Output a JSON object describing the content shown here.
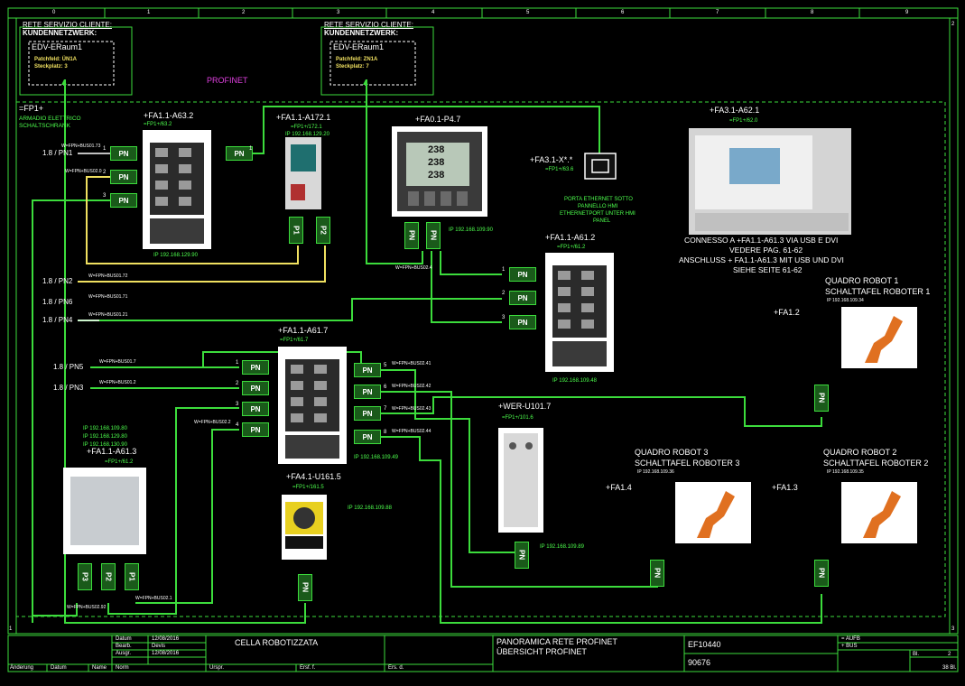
{
  "colors": {
    "bg": "#000000",
    "frame": "#3cdc3c",
    "cable_green": "#3cdc3c",
    "cable_yellow": "#f0e060",
    "cable_white": "#ffffff",
    "port_fill": "#1a5a1a",
    "text": "#ffffff",
    "magenta": "#e040e0"
  },
  "grid_cols": [
    "0",
    "1",
    "2",
    "3",
    "4",
    "5",
    "6",
    "7",
    "8",
    "9"
  ],
  "grid_rows": [
    "1",
    "2",
    "3"
  ],
  "customer_net": [
    {
      "t1": "RETE SERVIZIO CLIENTE:",
      "t2": "KUNDENNETZWERK:",
      "room": "EDV-ERaum1",
      "patch": "Patchfeld: ÜN1A",
      "slot": "Steckplatz: 3"
    },
    {
      "t1": "RETE SERVIZIO CLIENTE:",
      "t2": "KUNDENNETZWERK:",
      "room": "EDV-ERaum1",
      "patch": "Patchfeld: ZN1A",
      "slot": "Steckplatz: 7"
    }
  ],
  "profinet_label": "PROFINET",
  "cabinet": {
    "tag": "=FP1+",
    "l1": "ARMADIO ELETTRICO",
    "l2": "SCHALTSCHRANK"
  },
  "devices": {
    "a632": {
      "tag": "+FA1.1-A63.2",
      "sub": "=FP1+/63.2",
      "ip": "IP 192.168.129.90"
    },
    "a1721": {
      "tag": "+FA1.1-A172.1",
      "sub": "=FP1+/172.1",
      "ip": "IP 192.168.129.20"
    },
    "p47": {
      "tag": "+FA0.1-P4.7",
      "ip": "IP 192.168.109.90",
      "v1": "238",
      "v2": "238",
      "v3": "238"
    },
    "x": {
      "tag": "+FA3.1-X*.*",
      "sub": "=FP1+/63.6",
      "n1": "PORTA ETHERNET SOTTO",
      "n2": "PANNELLO HMI",
      "n3": "ETHERNETPORT UNTER HMI",
      "n4": "PANEL"
    },
    "a621": {
      "tag": "+FA3.1-A62.1",
      "sub": "=FP1+/62.0",
      "c1": "CONNESSO A +FA1.1-A61.3 VIA USB E DVI",
      "c2": "VEDERE PAG. 61-62",
      "c3": "ANSCHLUSS + FA1.1-A61.3 MIT USB UND DVI",
      "c4": "SIEHE SEITE 61-62"
    },
    "a612": {
      "tag": "+FA1.1-A61.2",
      "sub": "=FP1+/61.2",
      "ip": "IP 192.168.109.48"
    },
    "a617": {
      "tag": "+FA1.1-A61.7",
      "sub": "=FP1+/61.7",
      "ip": "IP 192.168.109.49"
    },
    "a613": {
      "tag": "+FA1.1-A61.3",
      "sub": "=FP1+/61.2",
      "ip1": "IP 192.168.109.80",
      "ip2": "IP 192.168.129.80",
      "ip3": "IP 192.168.130.90"
    },
    "u1615": {
      "tag": "+FA4.1-U161.5",
      "sub": "=FP1+/161.5",
      "ip": "IP 192.168.109.88"
    },
    "u1016": {
      "tag": "+WER-U101.7",
      "sub": "=FP1+/101.6",
      "ip": "IP 192.168.109.89"
    },
    "r1": {
      "t1": "QUADRO ROBOT 1",
      "t2": "SCHALTTAFEL ROBOTER 1",
      "ip": "IP 192.168.109.34",
      "fa": "+FA1.2"
    },
    "r3": {
      "t1": "QUADRO ROBOT 3",
      "t2": "SCHALTTAFEL ROBOTER 3",
      "ip": "IP 192.168.109.36",
      "fa": "+FA1.4"
    },
    "r2": {
      "t1": "QUADRO ROBOT 2",
      "t2": "SCHALTTAFEL ROBOTER 2",
      "ip": "IP 192.168.109.35",
      "fa": "+FA1.3"
    }
  },
  "pn_left": [
    {
      "lbl": "1.8 / PN1",
      "w": "W=FPN+BUS01.73"
    },
    {
      "lbl": "1.8 / PN2",
      "w": "W=FPN+BUS01.72"
    },
    {
      "lbl": "1.8 / PN6",
      "w": "W=FPN+BUS01.71"
    },
    {
      "lbl": "1.8 / PN4",
      "w": "W=FPN+BUS01.21"
    },
    {
      "lbl": "1.8 / PN5",
      "w": "W=FPN+BUS01.7"
    },
    {
      "lbl": "1.8 / PN3",
      "w": "W=FPN+BUS01.2"
    }
  ],
  "wires": {
    "w632": "W=FPN+BUS02.0",
    "w1": "W=FPN+BUS02.4",
    "w2": "W=FPN+BUS02.2",
    "w41": "W=FPN+BUS02.41",
    "w42": "W=FPN+BUS02.42",
    "w43": "W=FPN+BUS02.43",
    "w44": "W=FPN+BUS02.44",
    "w9": "W=FPN+BUS02.92",
    "w21": "W=FPN+BUS02.1"
  },
  "port_labels": {
    "pn": "PN",
    "p1": "P1",
    "p2": "P2",
    "p3": "P3",
    "n1": "1",
    "n2": "2",
    "n3": "3",
    "n4": "4",
    "n5": "5",
    "n6": "6",
    "n7": "7",
    "n8": "8"
  },
  "title_block": {
    "h1": "Datum",
    "v1": "12/08/2016",
    "h2": "Bearb.",
    "v2": "Devis",
    "h3": "Ausgr.",
    "v3": "12/08/2016",
    "h4": "Änderung",
    "h5": "Datum",
    "h6": "Name",
    "h7": "Norm",
    "h8": "Urspr.",
    "h9": "Ersf. f.",
    "h10": "Ers. d.",
    "project": "CELLA ROBOTIZZATA",
    "desc1": "PANORAMICA RETE PROFINET",
    "desc2": "ÜBERSICHT PROFINET",
    "docno": "EF10440",
    "docno2": "90676",
    "r1": "= AUFB",
    "r2": "+ BUS",
    "r3": "Bl.",
    "r4": "2",
    "r5": "38 Bl."
  }
}
